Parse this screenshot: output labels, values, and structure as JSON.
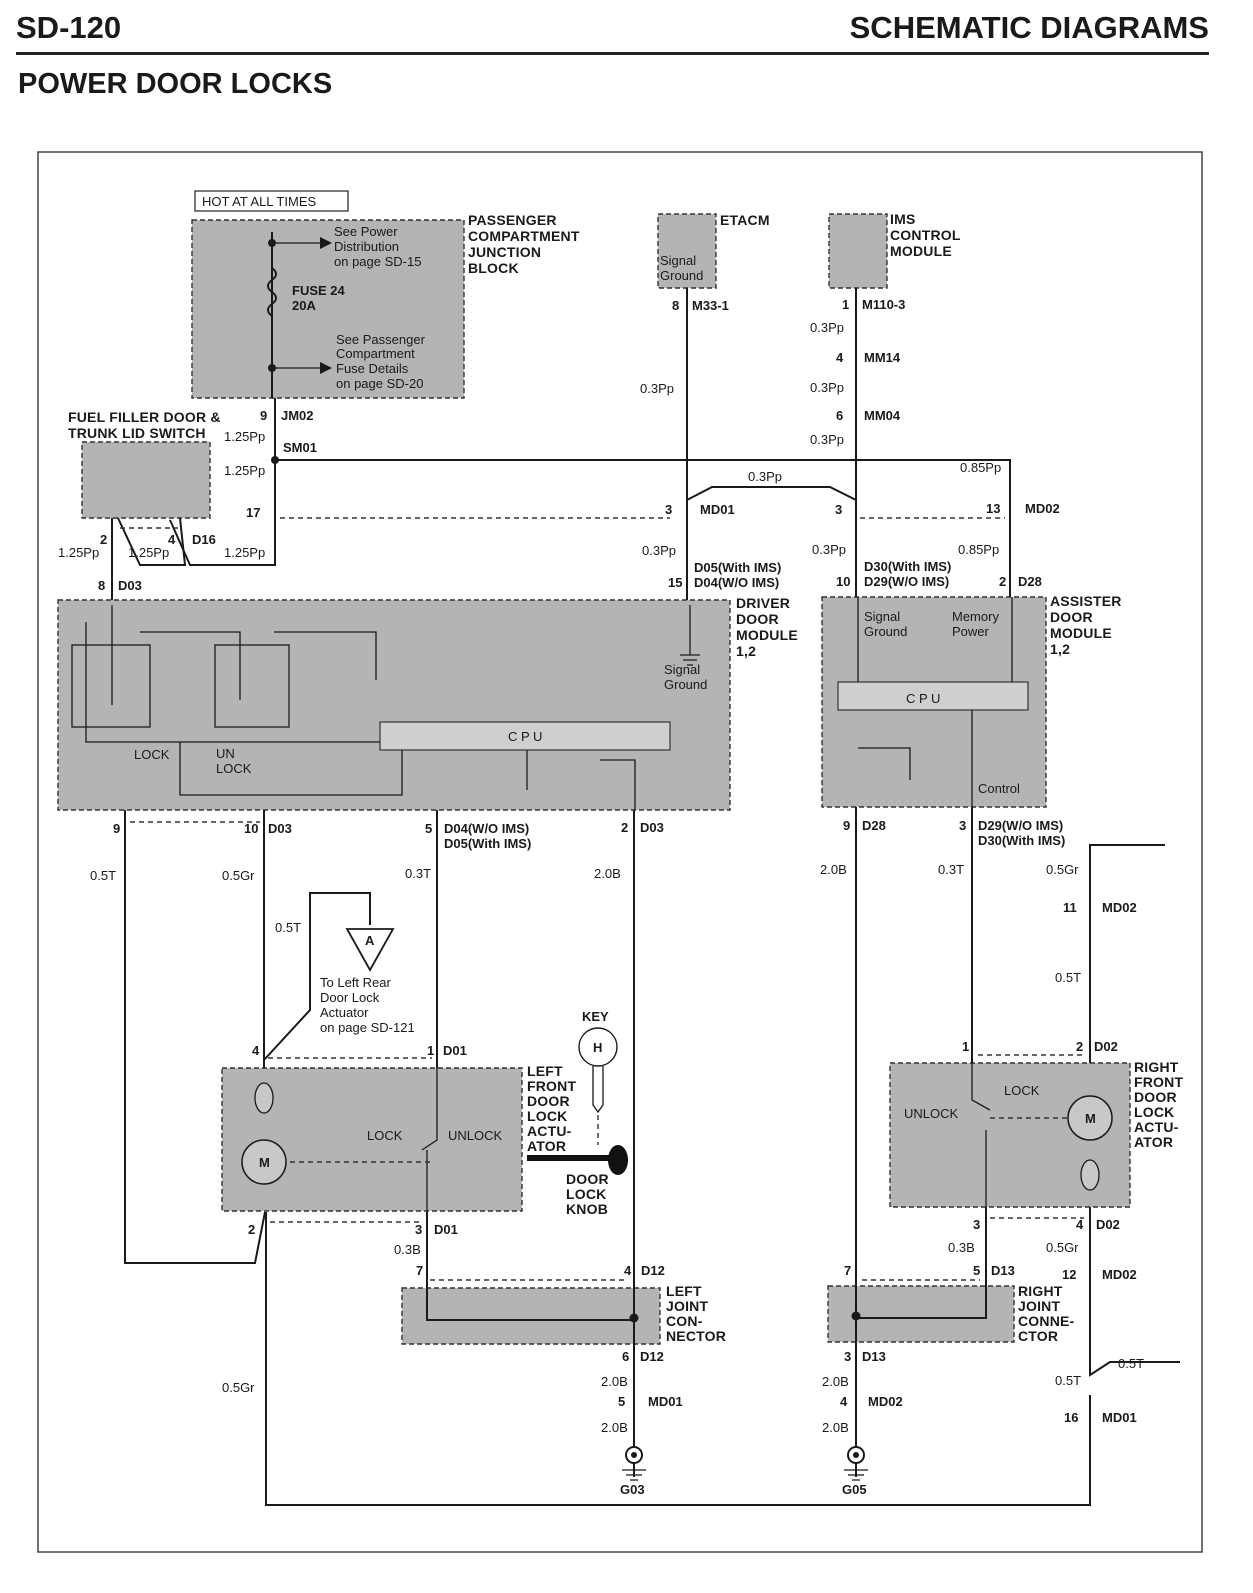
{
  "header": {
    "page_code": "SD-120",
    "section": "SCHEMATIC DIAGRAMS",
    "title": "POWER DOOR LOCKS"
  },
  "components": {
    "hot_at_all_times": "HOT AT ALL TIMES",
    "pcjb": [
      "PASSENGER",
      "COMPARTMENT",
      "JUNCTION",
      "BLOCK"
    ],
    "pcjb_note_1": [
      "See Power",
      "Distribution",
      "on page SD-15"
    ],
    "fuse": [
      "FUSE 24",
      "20A"
    ],
    "pcjb_note_2": [
      "See Passenger",
      "Compartment",
      "Fuse Details",
      "on page SD-20"
    ],
    "etacm": "ETACM",
    "etacm_signal_ground": [
      "Signal",
      "Ground"
    ],
    "ims": [
      "IMS",
      "CONTROL",
      "MODULE"
    ],
    "fuel_filler": [
      "FUEL FILLER DOOR &",
      "TRUNK LID SWITCH"
    ],
    "driver_module": [
      "DRIVER",
      "DOOR",
      "MODULE",
      "1,2"
    ],
    "driver_signal_ground": [
      "Signal",
      "Ground"
    ],
    "assister_module": [
      "ASSISTER",
      "DOOR",
      "MODULE",
      "1,2"
    ],
    "assister_signal_ground": [
      "Signal",
      "Ground"
    ],
    "assister_memory_power": [
      "Memory",
      "Power"
    ],
    "assister_control": "Control",
    "cpu": "C P U",
    "lock": "LOCK",
    "un_lock": [
      "UN",
      "LOCK"
    ],
    "unlock": "UNLOCK",
    "left_actuator": [
      "LEFT",
      "FRONT",
      "DOOR",
      "LOCK",
      "ACTU-",
      "ATOR"
    ],
    "right_actuator": [
      "RIGHT",
      "FRONT",
      "DOOR",
      "LOCK",
      "ACTU-",
      "ATOR"
    ],
    "motor": "M",
    "key": "KEY",
    "key_head": "H",
    "door_lock_knob": [
      "DOOR",
      "LOCK",
      "KNOB"
    ],
    "left_joint": [
      "LEFT",
      "JOINT",
      "CON-",
      "NECTOR"
    ],
    "right_joint": [
      "RIGHT",
      "JOINT",
      "CONNE-",
      "CTOR"
    ],
    "ref_a": "A",
    "ref_a_note": [
      "To Left Rear",
      "Door Lock",
      "Actuator",
      "on page SD-121"
    ],
    "ground_left": "G03",
    "ground_right": "G05"
  },
  "connectors": {
    "jm02": "JM02",
    "sm01": "SM01",
    "m33_1": "M33-1",
    "m110_3": "M110-3",
    "mm14": "MM14",
    "mm04": "MM04",
    "md01": "MD01",
    "md02": "MD02",
    "d16": "D16",
    "d03": "D03",
    "d28": "D28",
    "d05_with_ims": "D05(With IMS)",
    "d04_wo_ims": "D04(W/O IMS)",
    "d30_with_ims": "D30(With IMS)",
    "d29_wo_ims": "D29(W/O IMS)",
    "d04_wo_ims_b": "D04(W/O IMS)",
    "d05_with_ims_b": "D05(With IMS)",
    "d29_wo_ims_b": "D29(W/O IMS)",
    "d30_with_ims_b": "D30(With IMS)",
    "d01": "D01",
    "d02": "D02",
    "d12": "D12",
    "d13": "D13"
  },
  "pins": {
    "p9": "9",
    "p8a": "8",
    "p1a": "1",
    "p4a": "4",
    "p6a": "6",
    "p17": "17",
    "p3a": "3",
    "p3b": "3",
    "p13": "13",
    "p2a": "2",
    "p4b": "4",
    "p8b": "8",
    "p15": "15",
    "p10a": "10",
    "p2b": "2",
    "p9b": "9",
    "p10b": "10",
    "p5a": "5",
    "p2c": "2",
    "p9c": "9",
    "p3c": "3",
    "p11": "11",
    "p4c": "4",
    "p1b": "1",
    "p1c": "1",
    "p2d": "2",
    "p2e": "2",
    "p3d": "3",
    "p3e": "3",
    "p4d": "4",
    "p7a": "7",
    "p4e": "4",
    "p7b": "7",
    "p5b": "5",
    "p12": "12",
    "p6b": "6",
    "p3f": "3",
    "p5c": "5",
    "p4f": "4",
    "p16": "16"
  },
  "wires": {
    "w_125pp_a": "1.25Pp",
    "w_125pp_b": "1.25Pp",
    "w_125pp_c": "1.25Pp",
    "w_125pp_d": "1.25Pp",
    "w_125pp_e": "1.25Pp",
    "w_03pp_a": "0.3Pp",
    "w_03pp_b": "0.3Pp",
    "w_03pp_c": "0.3Pp",
    "w_03pp_d": "0.3Pp",
    "w_03pp_e": "0.3Pp",
    "w_03pp_f": "0.3Pp",
    "w_03pp_g": "0.3Pp",
    "w_085pp_a": "0.85Pp",
    "w_085pp_b": "0.85Pp",
    "w_05t_a": "0.5T",
    "w_05gr_a": "0.5Gr",
    "w_03t_a": "0.3T",
    "w_20b_a": "2.0B",
    "w_20b_b": "2.0B",
    "w_03t_b": "0.3T",
    "w_05gr_b": "0.5Gr",
    "w_05t_b": "0.5T",
    "w_05t_c": "0.5T",
    "w_03b_a": "0.3B",
    "w_03b_b": "0.3B",
    "w_05gr_c": "0.5Gr",
    "w_05gr_d": "0.5Gr",
    "w_20b_c": "2.0B",
    "w_20b_d": "2.0B",
    "w_20b_e": "2.0B",
    "w_20b_f": "2.0B",
    "w_05t_d": "0.5T",
    "w_05t_e": "0.5T"
  }
}
